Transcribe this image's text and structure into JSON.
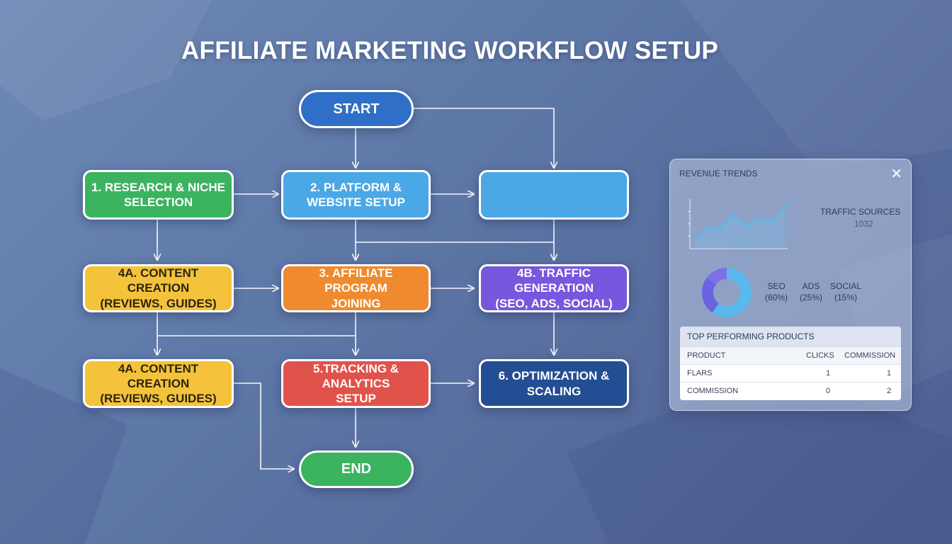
{
  "title": "AFFILIATE MARKETING WORKFLOW SETUP",
  "colors": {
    "green": "#3bb35f",
    "sky": "#4aa8e6",
    "yellow": "#f5c33b",
    "orange": "#ef8a2f",
    "purple": "#7657dd",
    "red": "#e0534a",
    "navy": "#244e93",
    "blue": "#2f6fc7"
  },
  "flow": {
    "start": "START",
    "end": "END",
    "research": "1. RESEARCH & NICHE\nSELECTION",
    "platform": "2. PLATFORM &\nWEBSITE SETUP",
    "blank": "",
    "content_a": "4A. CONTENT CREATION\n(REVIEWS, GUIDES)",
    "affiliate": "3. AFFILIATE PROGRAM\nJOINING",
    "traffic": "4B. TRAFFIC GENERATION\n(SEO, ADS, SOCIAL)",
    "content_b": "4A. CONTENT CREATION\n(REVIEWS, GUIDES)",
    "tracking": "5.TRACKING & ANALYTICS\nSETUP",
    "optimization": "6. OPTIMIZATION &\nSCALING"
  },
  "panel": {
    "revenue_title": "REVENUE TRENDS",
    "close_icon": "close-icon",
    "traffic_title": "TRAFFIC SOURCES",
    "traffic_year": "1032",
    "revenue_trend": [
      0.15,
      0.38,
      0.42,
      0.72,
      0.47,
      0.64,
      0.58,
      0.92
    ],
    "traffic_sources": [
      {
        "label": "SEO",
        "pct_label": "(60%)",
        "value": 60,
        "color": "#5ab8ec"
      },
      {
        "label": "ADS",
        "pct_label": "(25%)",
        "value": 25,
        "color": "#6a63e0"
      },
      {
        "label": "SOCIAL",
        "pct_label": "(15%)",
        "value": 15,
        "color": "#7f6fe8"
      }
    ],
    "top_products_title": "TOP PERFORMING PRODUCTS",
    "columns": [
      "PRODUCT",
      "CLICKS",
      "COMMISSION"
    ],
    "rows": [
      [
        "FLARS",
        "1",
        "1"
      ],
      [
        "COMMISSION",
        "0",
        "2"
      ]
    ]
  }
}
